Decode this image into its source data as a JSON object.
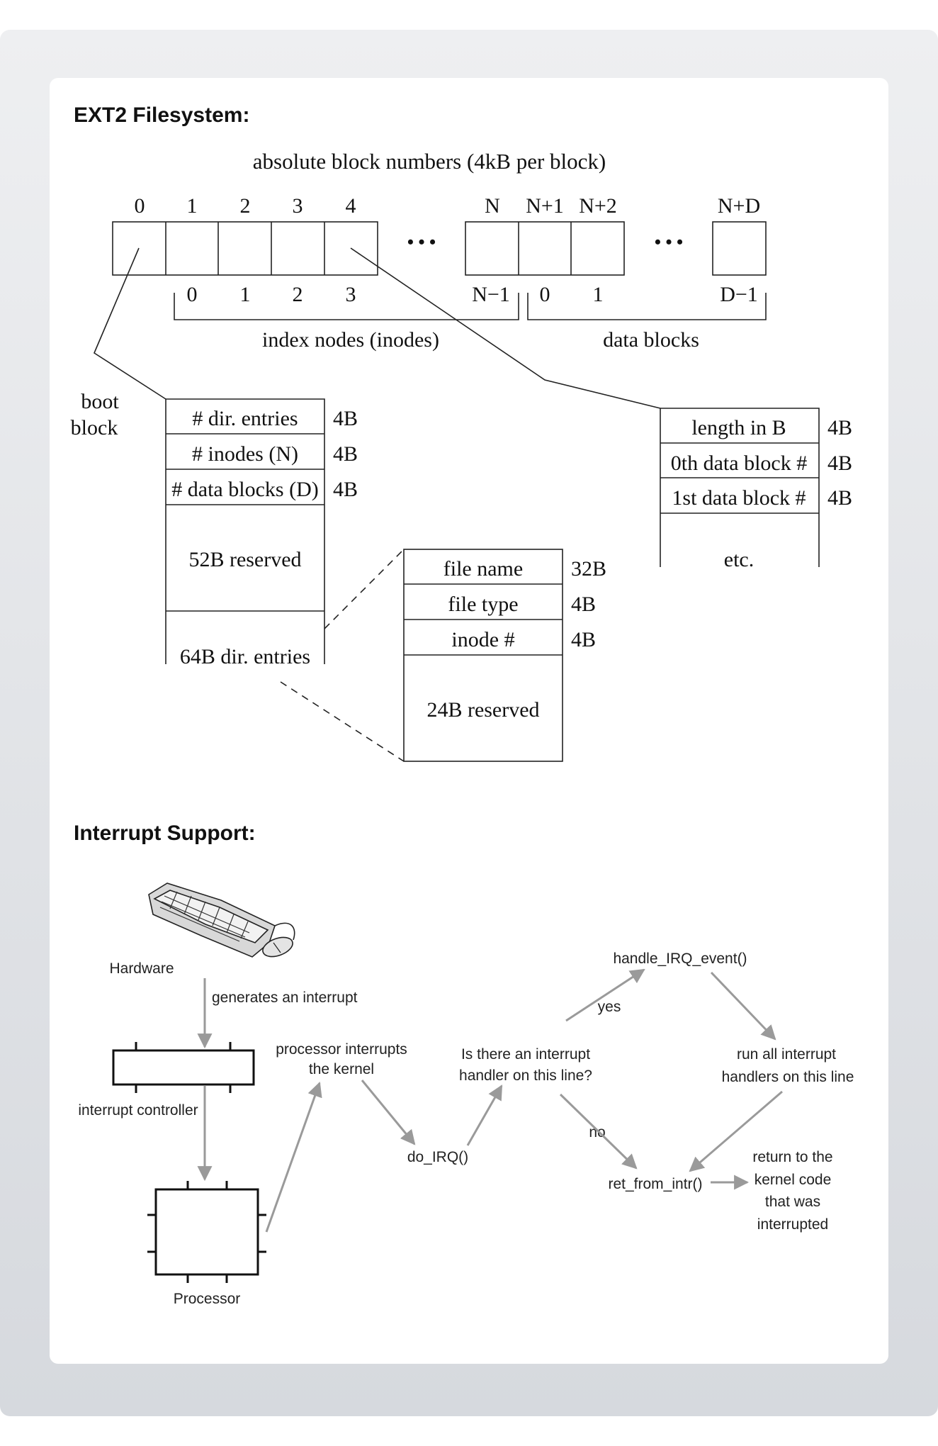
{
  "sections": {
    "ext2_title": "EXT2 Filesystem:",
    "interrupt_title": "Interrupt Support:"
  },
  "ext2": {
    "header": "absolute block numbers (4kB per block)",
    "top_numbers": [
      "0",
      "1",
      "2",
      "3",
      "4",
      "N",
      "N+1",
      "N+2",
      "N+D"
    ],
    "inode_indices": [
      "0",
      "1",
      "2",
      "3",
      "N−1"
    ],
    "data_indices": [
      "0",
      "1",
      "D−1"
    ],
    "ellipsis": "• • •",
    "inodes_label": "index nodes (inodes)",
    "data_blocks_label": "data blocks",
    "boot_block_label": [
      "boot",
      "block"
    ],
    "boot_block_rows": [
      {
        "label": "# dir. entries",
        "size": "4B"
      },
      {
        "label": "# inodes (N)",
        "size": "4B"
      },
      {
        "label": "# data blocks (D)",
        "size": "4B"
      }
    ],
    "boot_reserved": "52B reserved",
    "boot_dir_entries": "64B dir. entries",
    "inode_rows": [
      {
        "label": "length in B",
        "size": "4B"
      },
      {
        "label": "0th data block #",
        "size": "4B"
      },
      {
        "label": "1st data block #",
        "size": "4B"
      }
    ],
    "inode_etc": "etc.",
    "dentry_rows": [
      {
        "label": "file name",
        "size": "32B"
      },
      {
        "label": "file type",
        "size": "4B"
      },
      {
        "label": "inode #",
        "size": "4B"
      }
    ],
    "dentry_reserved": "24B reserved"
  },
  "interrupt": {
    "hardware": "Hardware",
    "generates": "generates an interrupt",
    "controller": "interrupt controller",
    "processor": "Processor",
    "processor_interrupts": [
      "processor interrupts",
      "the kernel"
    ],
    "do_irq": "do_IRQ()",
    "question": [
      "Is there an interrupt",
      "handler on this line?"
    ],
    "yes": "yes",
    "no": "no",
    "handle": "handle_IRQ_event()",
    "run_all": [
      "run all interrupt",
      "handlers on this line"
    ],
    "ret": "ret_from_intr()",
    "return_to": [
      "return to  the",
      "kernel code",
      "that was",
      "interrupted"
    ]
  }
}
